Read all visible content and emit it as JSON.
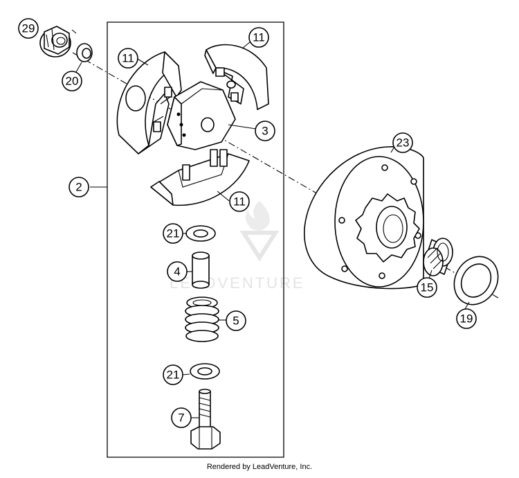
{
  "diagram": {
    "footer": "Rendered by LeadVenture, Inc.",
    "watermark": "LEADVENTURE",
    "callouts": {
      "c29": "29",
      "c20": "20",
      "c11a": "11",
      "c11b": "11",
      "c11c": "11",
      "c3": "3",
      "c2": "2",
      "c23": "23",
      "c21a": "21",
      "c4": "4",
      "c5": "5",
      "c21b": "21",
      "c7": "7",
      "c15": "15",
      "c19": "19"
    }
  }
}
